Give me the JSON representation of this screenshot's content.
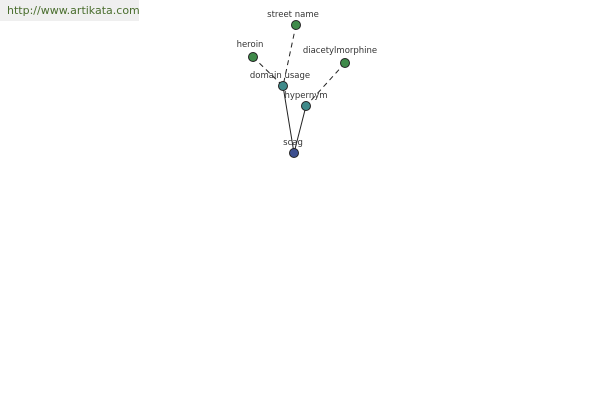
{
  "watermark": {
    "url_text": "http://www.artikata.com"
  },
  "graph": {
    "nodes": [
      {
        "id": "street-name",
        "label": "street name",
        "color": "#3f8a4a"
      },
      {
        "id": "heroin",
        "label": "heroin",
        "color": "#3f8a4a"
      },
      {
        "id": "diacetylmorphine",
        "label": "diacetylmorphine",
        "color": "#3f8a4a"
      },
      {
        "id": "domain-usage",
        "label": "domain usage",
        "color": "#3f8a8a"
      },
      {
        "id": "hypernym",
        "label": "hypernym",
        "color": "#3f8a8a"
      },
      {
        "id": "scag",
        "label": "scag",
        "color": "#3d4f8f"
      }
    ],
    "edges": [
      {
        "from": "street-name",
        "to": "domain-usage",
        "style": "dashed"
      },
      {
        "from": "heroin",
        "to": "domain-usage",
        "style": "dashed"
      },
      {
        "from": "diacetylmorphine",
        "to": "hypernym",
        "style": "dashed"
      },
      {
        "from": "domain-usage",
        "to": "scag",
        "style": "solid"
      },
      {
        "from": "hypernym",
        "to": "scag",
        "style": "solid"
      }
    ]
  }
}
